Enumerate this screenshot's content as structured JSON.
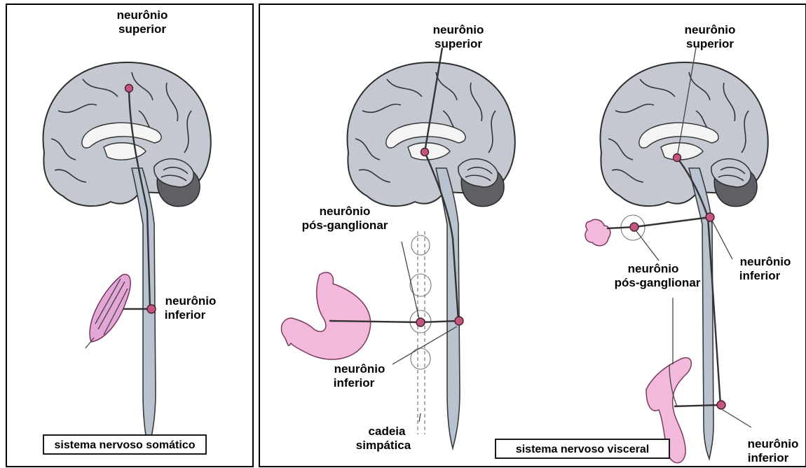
{
  "panels": {
    "somatic": {
      "upper_label": [
        "neurônio",
        "superior"
      ],
      "lower_label": [
        "neurônio",
        "inferior"
      ],
      "caption": "sistema nervoso somático"
    },
    "visceral": {
      "left": {
        "upper_label": [
          "neurônio",
          "superior"
        ],
        "post_label": [
          "neurônio",
          "pós-ganglionar"
        ],
        "lower_label": [
          "neurônio",
          "inferior"
        ],
        "chain_label": [
          "cadeia",
          "simpática"
        ]
      },
      "right": {
        "upper_label": [
          "neurônio",
          "superior"
        ],
        "post_label": [
          "neurônio",
          "pós-ganglionar"
        ],
        "lower_label_mid": [
          "neurônio",
          "inferior"
        ],
        "lower_label_bottom": [
          "neurônio",
          "inferior"
        ]
      },
      "caption": "sistema nervoso visceral"
    }
  },
  "colors": {
    "brain": "#c3c8d1",
    "neuron": "#c2567f",
    "organ": "#f3b9dd",
    "cerebellum": "#5f5f66"
  }
}
